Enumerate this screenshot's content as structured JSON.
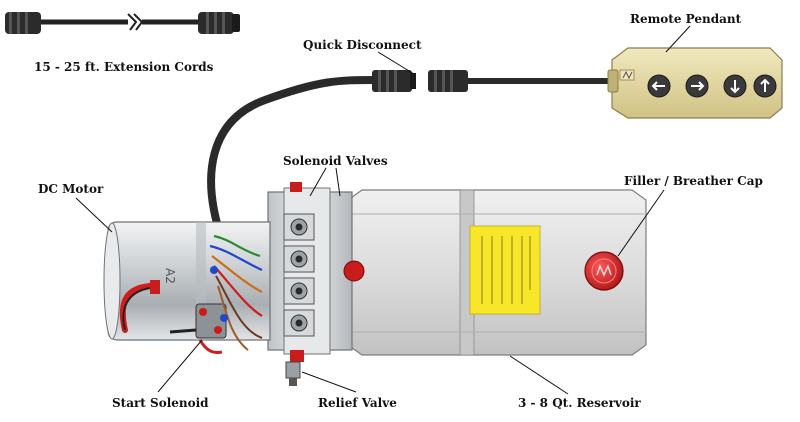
{
  "labels": {
    "extension_cords": "15 - 25 ft. Extension Cords",
    "quick_disconnect": "Quick Disconnect",
    "remote_pendant": "Remote Pendant",
    "solenoid_valves": "Solenoid Valves",
    "dc_motor": "DC Motor",
    "filler_cap": "Filler / Breather Cap",
    "start_solenoid": "Start Solenoid",
    "relief_valve": "Relief Valve",
    "reservoir": "3 - 8 Qt. Reservoir"
  },
  "motor_text": "A2",
  "colors": {
    "pendant": "#e7dca6",
    "reservoir": "#dcdcdc",
    "motor": "#cfd3d6",
    "cable": "#2a2a2a",
    "warning_label": "#f7e629",
    "cap": "#d81f1f",
    "wire_red": "#d01c1c"
  },
  "icons": [
    "arrow-left-icon",
    "arrow-right-icon",
    "arrow-down-icon",
    "arrow-up-icon"
  ]
}
